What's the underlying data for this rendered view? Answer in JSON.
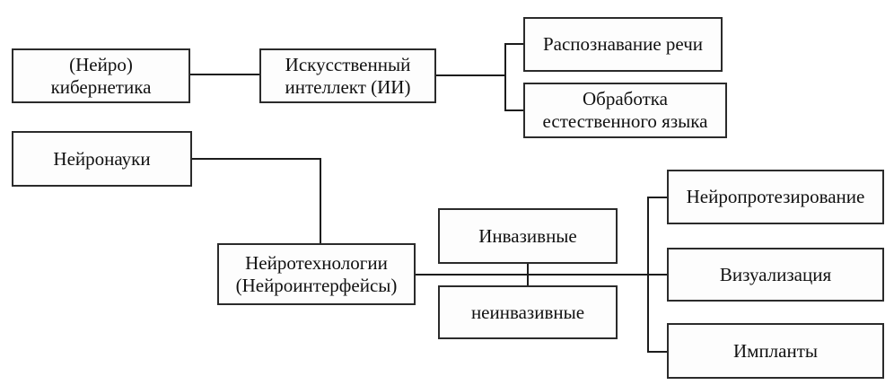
{
  "diagram": {
    "nodes": {
      "neuro_cybernetics": {
        "label": "(Нейро)\nкибернетика"
      },
      "ai": {
        "label": "Искусственный\nинтеллект (ИИ)"
      },
      "speech_recognition": {
        "label": "Распознавание речи"
      },
      "nlp": {
        "label": "Обработка\nестественного языка"
      },
      "neuroscience": {
        "label": "Нейронауки"
      },
      "neurotech": {
        "label": "Нейротехнологии\n(Нейроинтерфейсы)"
      },
      "invasive": {
        "label": "Инвазивные"
      },
      "noninvasive": {
        "label": "неинвазивные"
      },
      "neuroprosthetics": {
        "label": "Нейропротезирование"
      },
      "visualization": {
        "label": "Визуализация"
      },
      "implants": {
        "label": "Импланты"
      }
    },
    "edges": [
      {
        "from": "neuro_cybernetics",
        "to": "ai"
      },
      {
        "from": "ai",
        "to": "speech_recognition"
      },
      {
        "from": "ai",
        "to": "nlp"
      },
      {
        "from": "neuroscience",
        "to": "neurotech"
      },
      {
        "from": "neurotech",
        "to": "invasive"
      },
      {
        "from": "neurotech",
        "to": "noninvasive"
      },
      {
        "from": "neurotech",
        "to": "neuroprosthetics"
      },
      {
        "from": "neurotech",
        "to": "visualization"
      },
      {
        "from": "neurotech",
        "to": "implants"
      }
    ],
    "colors": {
      "border": "#2b2b2b",
      "connector": "#1c1c1c",
      "box_fill": "#fdfdfd",
      "text": "#111111",
      "background": "#ffffff"
    }
  }
}
